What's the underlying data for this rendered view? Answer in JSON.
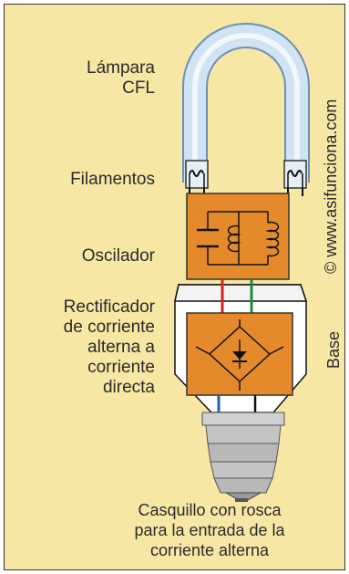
{
  "labels": {
    "lamp": [
      "Lámpara",
      "CFL"
    ],
    "filaments": "Filamentos",
    "oscillator": "Oscilador",
    "rectifier": [
      "Rectificador",
      "de corriente",
      "alterna a",
      "corriente",
      "directa"
    ],
    "base": "Base",
    "socket": [
      "Casquillo con rosca",
      "para la entrada de la",
      "corriente alterna"
    ]
  },
  "watermark": "© www.asifunciona.com",
  "colors": {
    "background": "#f7e7a4",
    "tube": "#cfe3f2",
    "tube_outline": "#6f8fb5",
    "component_box": "#e58a2b",
    "wire_red": "#d62020",
    "wire_green": "#1e8a3a",
    "wire_blue": "#2a5db0",
    "base_body": "#ffffff",
    "screw": "#bdbdbd"
  }
}
